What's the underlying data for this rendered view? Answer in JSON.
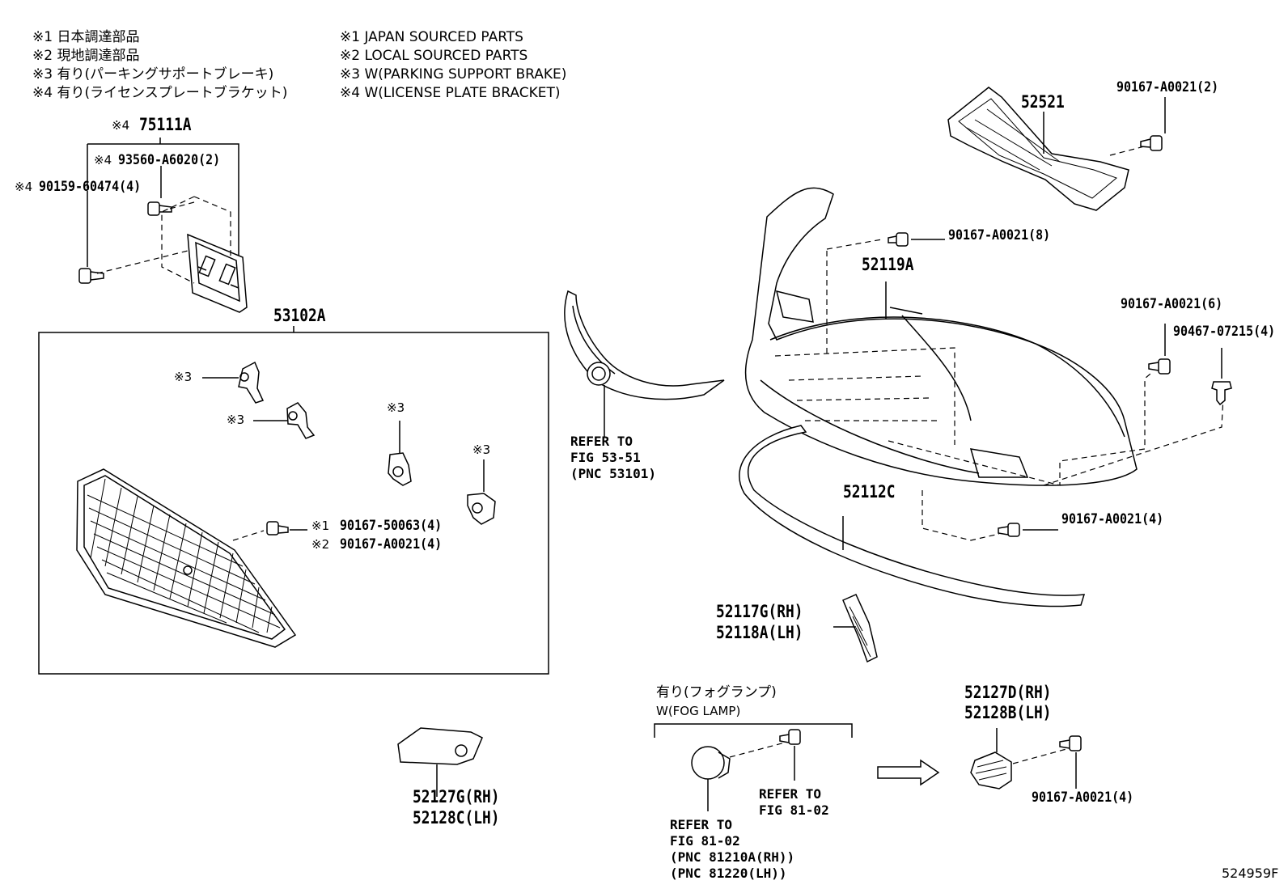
{
  "notes_jp": [
    "※1 日本調達部品",
    "※2 現地調達部品",
    "※3 有り(パーキングサポートブレーキ)",
    "※4 有り(ライセンスプレートブラケット)"
  ],
  "notes_en": [
    "※1 JAPAN SOURCED PARTS",
    "※2 LOCAL SOURCED PARTS",
    "※3 W(PARKING SUPPORT BRAKE)",
    "※4 W(LICENSE PLATE BRACKET)"
  ],
  "license_bracket": {
    "mark": "※4",
    "part": "75111A",
    "bolt_a_mark": "※4",
    "bolt_a": "93560-A6020(2)",
    "bolt_b_mark": "※4",
    "bolt_b": "90159-60474(4)"
  },
  "grille_assy": {
    "part": "53102A",
    "sensor_marks": [
      "※3",
      "※3",
      "※3",
      "※3"
    ],
    "clip_mark_1": "※1",
    "clip_1": "90167-50063(4)",
    "clip_mark_2": "※2",
    "clip_2": "90167-A0021(4)"
  },
  "upper_grille_ref": [
    "REFER TO",
    "FIG 53-51",
    "(PNC 53101)"
  ],
  "support": {
    "part": "52521",
    "clip": "90167-A0021(2)"
  },
  "bumper_cover": {
    "part": "52119A",
    "clip_top": "90167-A0021(8)",
    "clip_side": "90167-A0021(6)",
    "clip_side2": "90467-07215(4)",
    "clip_bottom": "90167-A0021(4)"
  },
  "lower_molding": {
    "part": "52112C"
  },
  "reflector": {
    "rh": "52117G(RH)",
    "lh": "52118A(LH)"
  },
  "fog_cover": {
    "rh": "52127G(RH)",
    "lh": "52128C(LH)"
  },
  "fog_group": {
    "title_jp": "有り(フォグランプ)",
    "title_en": "W(FOG LAMP)",
    "ref_right": [
      "REFER TO",
      "FIG 81-02"
    ],
    "ref_bottom": [
      "REFER TO",
      "FIG 81-02",
      "(PNC 81210A(RH))",
      "(PNC 81220(LH))"
    ]
  },
  "fog_bezel": {
    "rh": "52127D(RH)",
    "lh": "52128B(LH)",
    "clip": "90167-A0021(4)"
  },
  "figure_id": "524959F"
}
